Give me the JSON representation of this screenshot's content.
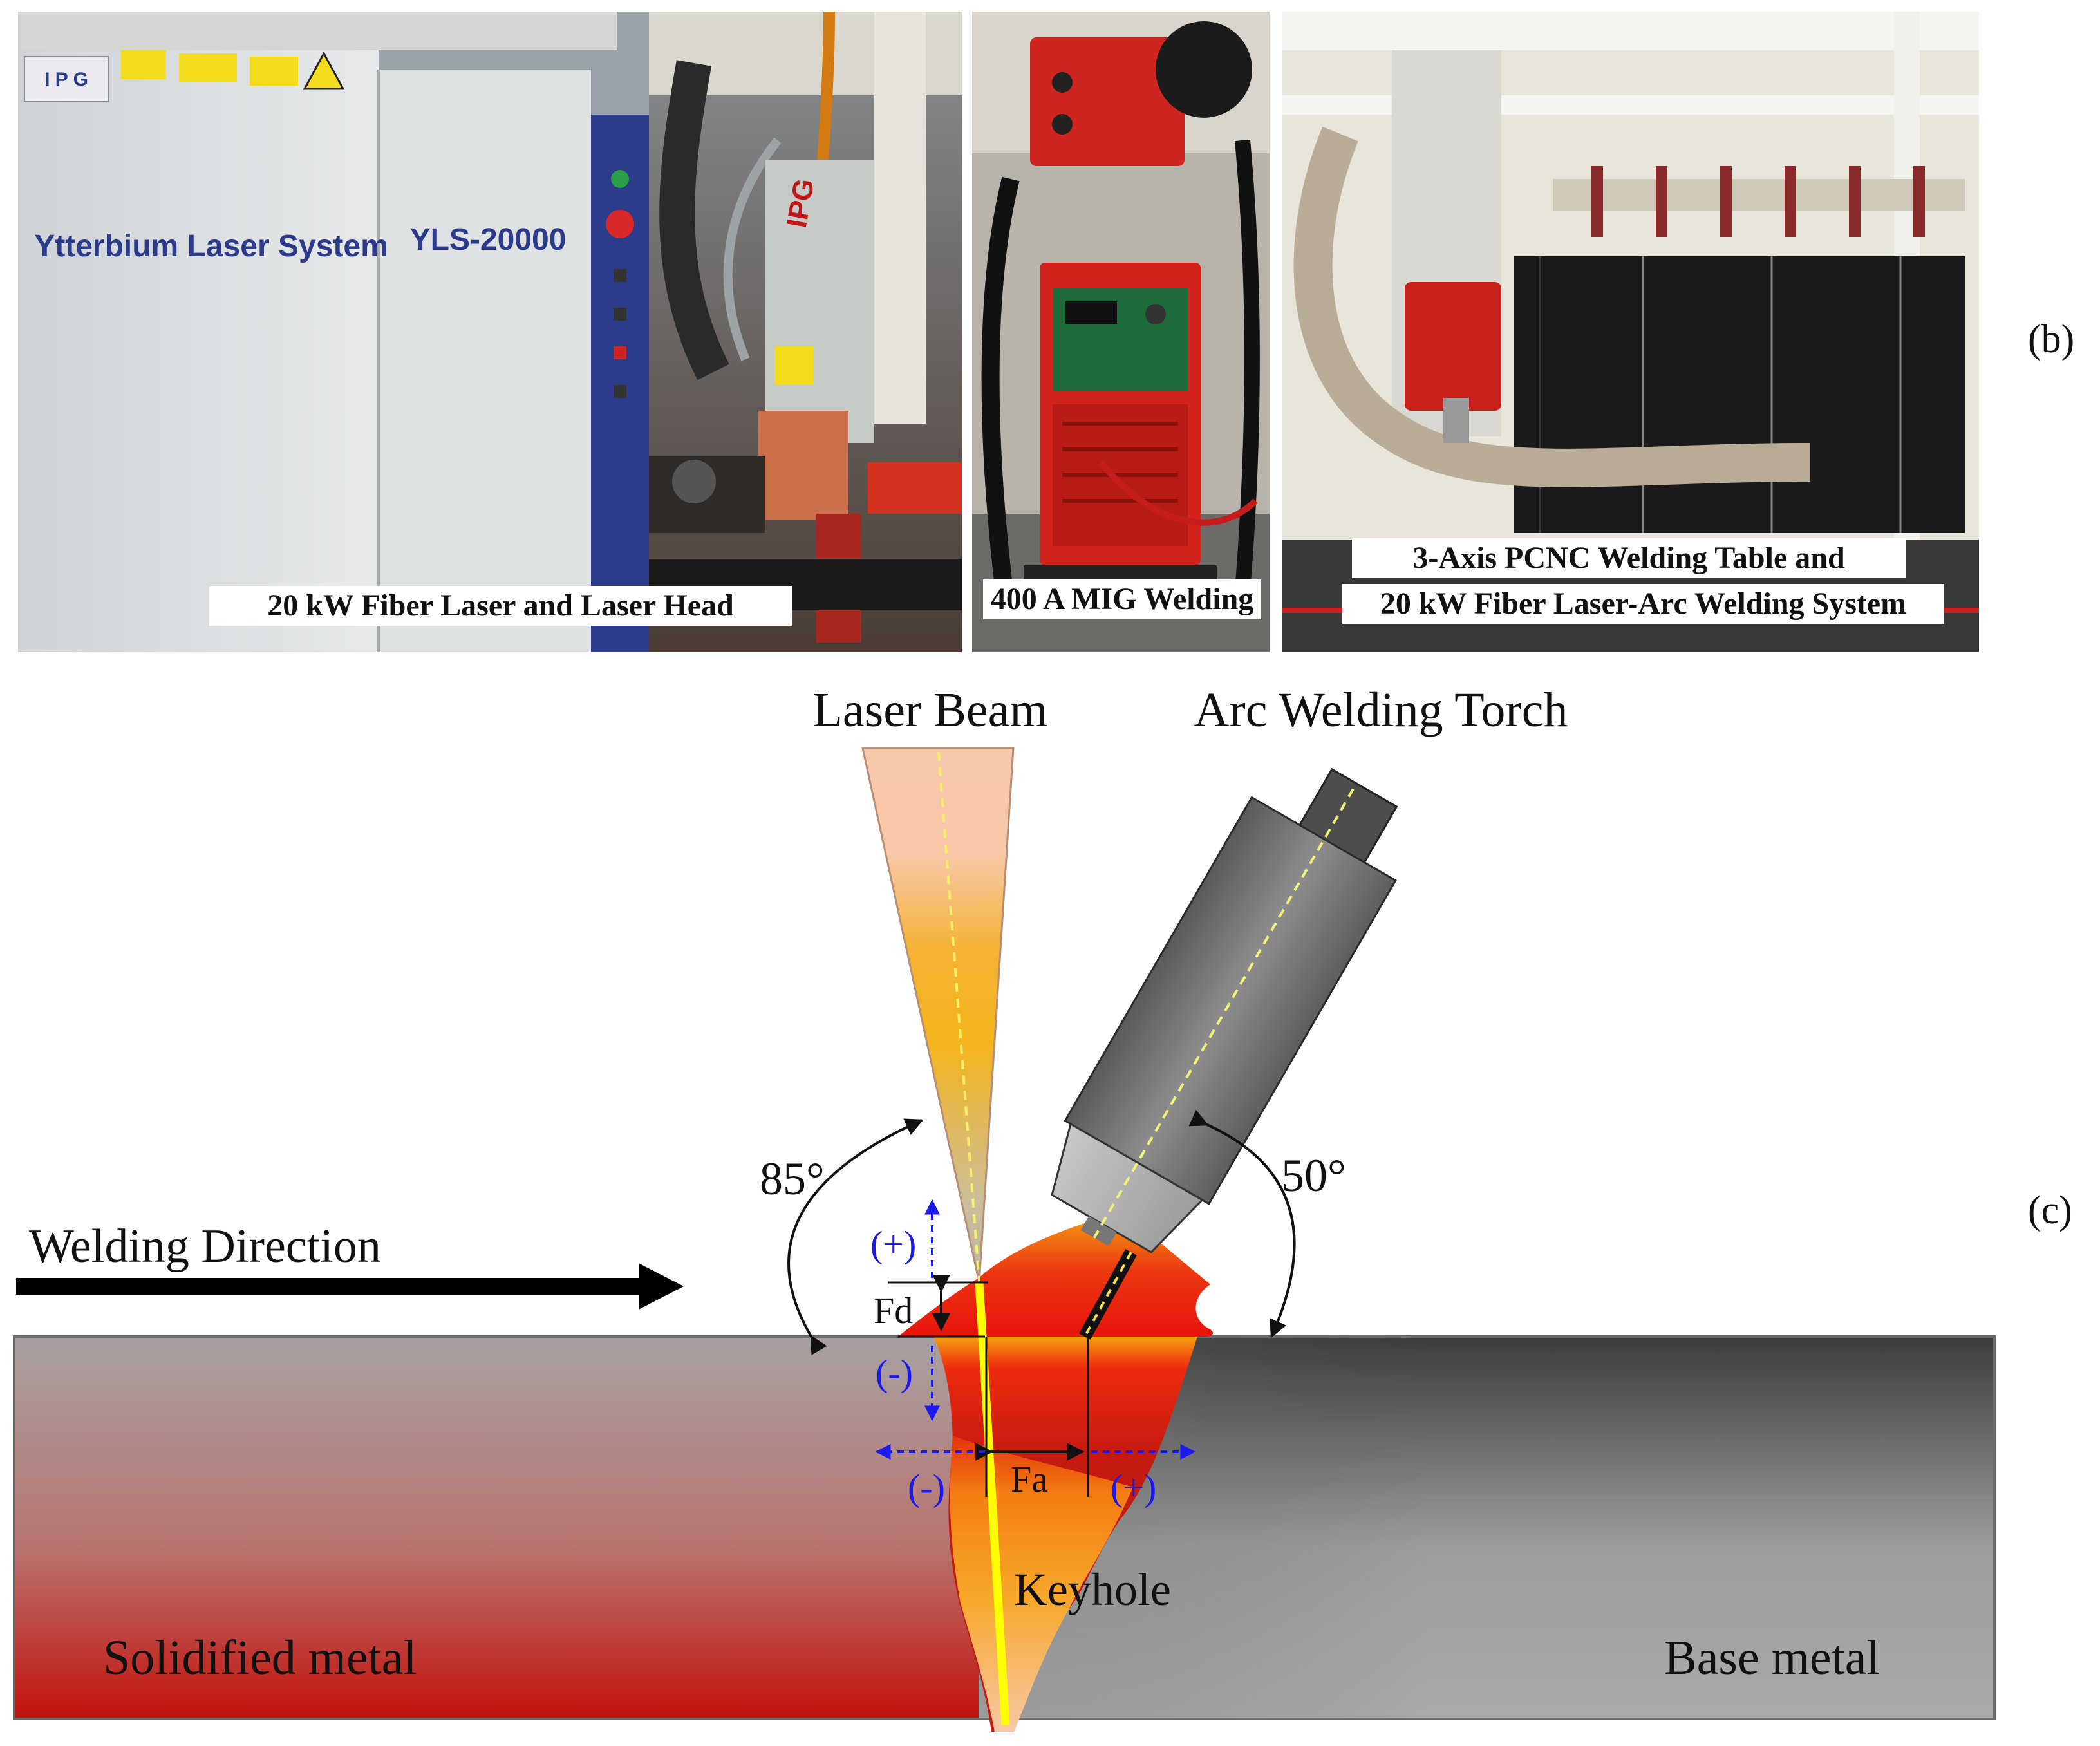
{
  "panels": {
    "b_label": "(b)",
    "c_label": "(c)"
  },
  "photos": {
    "laser": {
      "caption": "20 kW Fiber Laser and Laser Head",
      "brand": "I P G",
      "cabinet_text_left": "Ytterbium Laser System",
      "cabinet_text_right": "YLS-20000",
      "head_text": "IPG"
    },
    "mig": {
      "caption": "400 A MIG Welding"
    },
    "table": {
      "caption_line1": "3-Axis PCNC Welding Table and",
      "caption_line2": "20 kW Fiber Laser-Arc Welding System"
    }
  },
  "diagram": {
    "laser_beam_label": "Laser Beam",
    "torch_label": "Arc Welding Torch",
    "angle_laser": "85°",
    "angle_torch": "50°",
    "welding_direction": "Welding Direction",
    "fd_label": "Fd",
    "fa_label": "Fa",
    "plus_label": "(+)",
    "minus_label": "(-)",
    "keyhole_label": "Keyhole",
    "solidified_label": "Solidified metal",
    "base_label": "Base metal"
  },
  "colors": {
    "molten_red": "#e8120c",
    "molten_orange": "#f6a00e",
    "laser_yellow": "#ffff00",
    "beam_peach": "#f7c9a8",
    "torch_gray": "#6f6f6f",
    "arrow_blue": "#1a1aee"
  }
}
